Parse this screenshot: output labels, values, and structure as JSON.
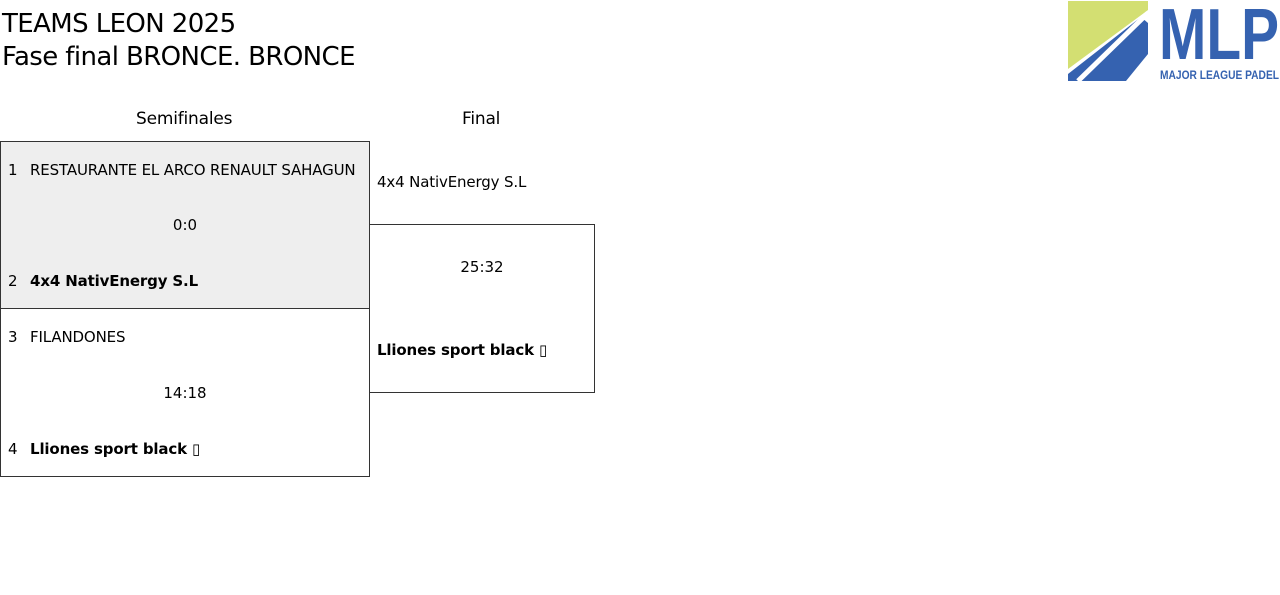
{
  "header": {
    "title_line1": "TEAMS LEON 2025",
    "title_line2": "Fase final BRONCE. BRONCE"
  },
  "logo": {
    "text": "MLP",
    "subtitle": "MAJOR LEAGUE PADEL",
    "colors": {
      "blue": "#3562b0",
      "green": "#d3df72"
    }
  },
  "rounds": {
    "semifinals": {
      "label": "Semifinales",
      "matches": [
        {
          "team1": {
            "seed": "1",
            "name": "RESTAURANTE EL ARCO RENAULT SAHAGUN"
          },
          "score": "0:0",
          "team2": {
            "seed": "2",
            "name": "4x4 NativEnergy S.L"
          }
        },
        {
          "team1": {
            "seed": "3",
            "name": "FILANDONES"
          },
          "score": "14:18",
          "team2": {
            "seed": "4",
            "name": "Lliones sport black ▯"
          }
        }
      ]
    },
    "final": {
      "label": "Final",
      "team1": "4x4 NativEnergy S.L",
      "score": "25:32",
      "team2": "Lliones sport black ▯"
    }
  }
}
